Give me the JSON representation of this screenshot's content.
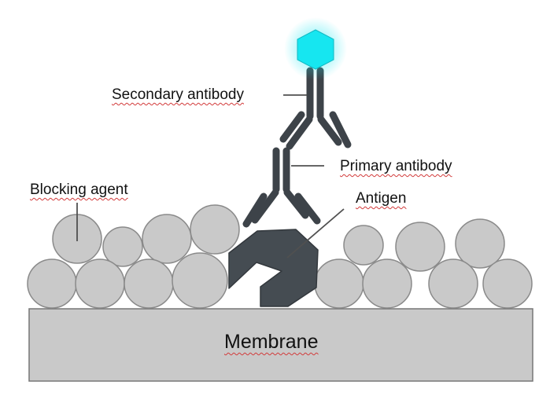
{
  "labels": {
    "secondary_antibody": "Secondary antibody",
    "primary_antibody": "Primary antibody",
    "antigen": "Antigen",
    "blocking_agent": "Blocking agent",
    "membrane": "Membrane"
  },
  "colors": {
    "antibody": "#3d4349",
    "antigen": "#454c52",
    "sphere_fill": "#c9c9c9",
    "sphere_stroke": "#8a8a8a",
    "membrane_fill": "#c9c9c9",
    "fluorophore": "#16e6f0",
    "leader": "#505050",
    "spell_underline": "#d23a3a"
  }
}
